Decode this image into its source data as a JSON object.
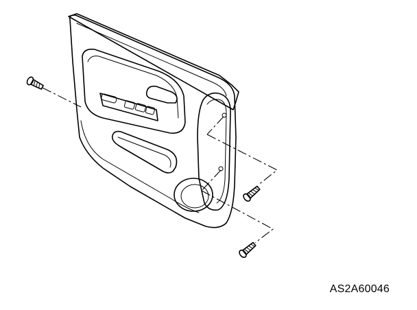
{
  "figure": {
    "reference_code": "AS2A60046"
  },
  "parts": {
    "door_panel_icon": "door-trim-panel",
    "screw_icon": "screw",
    "screw_count": 3
  },
  "colors": {
    "line": "#000000",
    "panel_fill": "#f2f2f2",
    "background": "#ffffff"
  }
}
